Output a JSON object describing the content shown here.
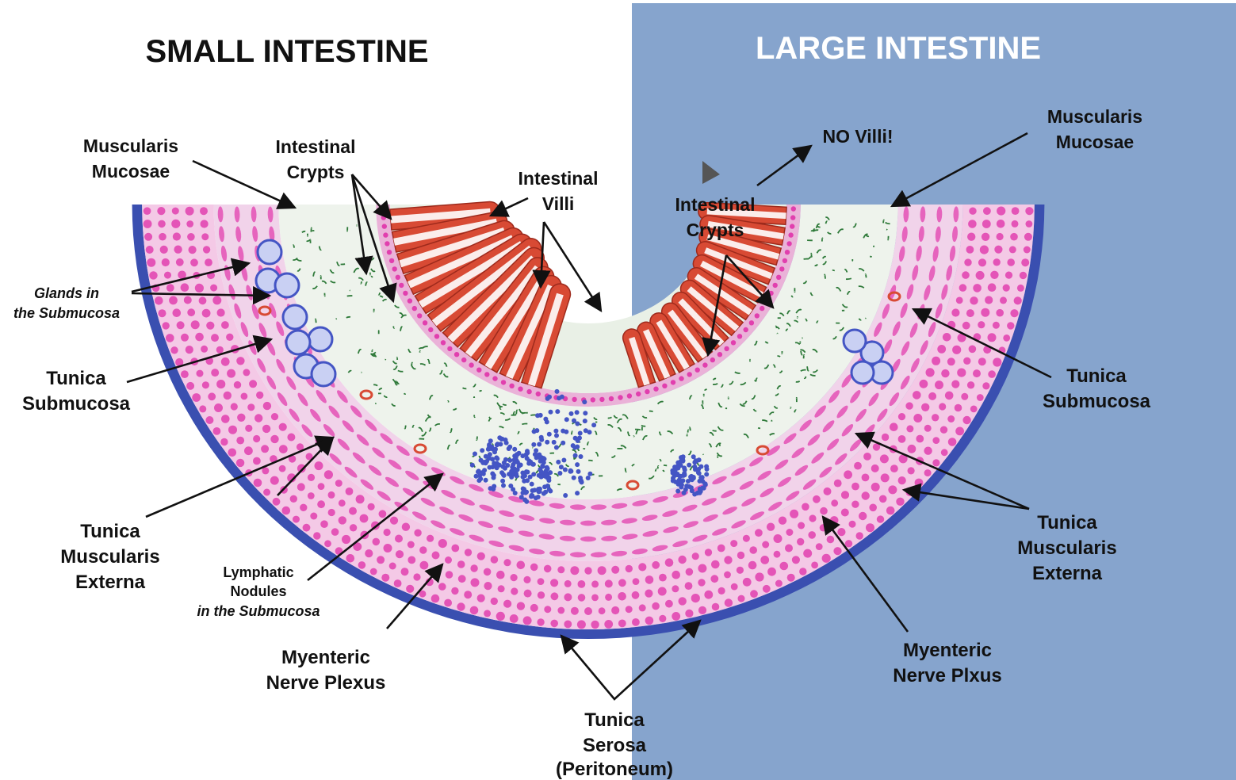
{
  "titles": {
    "small_intestine": "SMALL INTESTINE",
    "large_intestine": "LARGE INTESTINE"
  },
  "colors": {
    "right_panel": "#86a4cd",
    "muscle_pink": "#e13fae",
    "submucosa_green": "#2f7a3a",
    "villi_red": "#d84a34",
    "lymph_blue": "#4455c4",
    "serosa_blue": "#3a4fb0"
  },
  "small_labels": {
    "muscularis_mucosae": [
      "Muscularis",
      "Mucosae"
    ],
    "intestinal_crypts": [
      "Intestinal",
      "Crypts"
    ],
    "intestinal_villi": [
      "Intestinal",
      "Villi"
    ],
    "glands": [
      "Glands in",
      "the Submucosa"
    ],
    "tunica_submucosa": [
      "Tunica",
      "Submucosa"
    ],
    "tunica_muscularis_externa": [
      "Tunica",
      "Muscularis",
      "Externa"
    ],
    "lymphatic_nodules": [
      "Lymphatic",
      "Nodules",
      "in the Submucosa"
    ],
    "myenteric_plexus": [
      "Myenteric",
      "Nerve Plexus"
    ]
  },
  "shared_labels": {
    "tunica_serosa": [
      "Tunica",
      "Serosa",
      "(Peritoneum)"
    ]
  },
  "large_labels": {
    "no_villi": "NO Villi!",
    "muscularis_mucosae": [
      "Muscularis",
      "Mucosae"
    ],
    "intestinal_crypts": [
      "Intestinal",
      "Crypts"
    ],
    "tunica_submucosa": [
      "Tunica",
      "Submucosa"
    ],
    "tunica_muscularis_externa": [
      "Tunica",
      "Muscularis",
      "Externa"
    ],
    "myenteric_plexus": [
      "Myenteric",
      "Nerve Plxus"
    ]
  }
}
